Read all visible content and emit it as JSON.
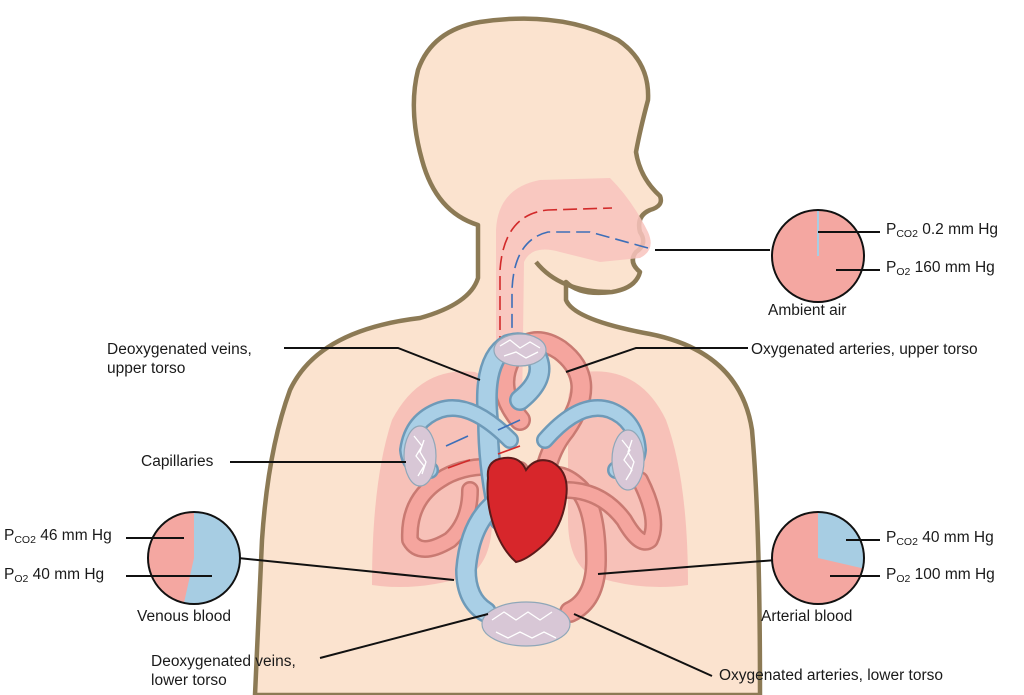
{
  "colors": {
    "body_fill": "#fbe3cf",
    "body_outline": "#8c7a55",
    "airway_fill": "#f8c3bd",
    "lung_fill": "#f6b5b0",
    "oxygenated": "#f5a59e",
    "deoxygenated": "#a9cfe6",
    "heart": "#d7262b",
    "arrow_red": "#d22a2a",
    "arrow_blue": "#3d6fb8",
    "pie_pink": "#f4a7a1",
    "pie_blue": "#a7cde3"
  },
  "labels": {
    "deox_upper": [
      "Deoxygenated veins,",
      "upper torso"
    ],
    "oxy_upper": "Oxygenated arteries, upper torso",
    "capillaries": "Capillaries",
    "deox_lower": [
      "Deoxygenated veins,",
      "lower torso"
    ],
    "oxy_lower": "Oxygenated arteries, lower torso"
  },
  "pies": {
    "ambient": {
      "caption": "Ambient air",
      "pco2_prefix": "P",
      "pco2_sub": "CO2",
      "pco2_value": "0.2 mm Hg",
      "po2_prefix": "P",
      "po2_sub": "O2",
      "po2_value": "160 mm Hg",
      "co2_fraction": 0.002
    },
    "venous": {
      "caption": "Venous blood",
      "pco2_prefix": "P",
      "pco2_sub": "CO2",
      "pco2_value": "46 mm Hg",
      "po2_prefix": "P",
      "po2_sub": "O2",
      "po2_value": "40 mm Hg",
      "co2_fraction": 0.535
    },
    "arterial": {
      "caption": "Arterial blood",
      "pco2_prefix": "P",
      "pco2_sub": "CO2",
      "pco2_value": "40 mm Hg",
      "po2_prefix": "P",
      "po2_sub": "O2",
      "po2_value": "100 mm Hg",
      "co2_fraction": 0.286
    }
  }
}
